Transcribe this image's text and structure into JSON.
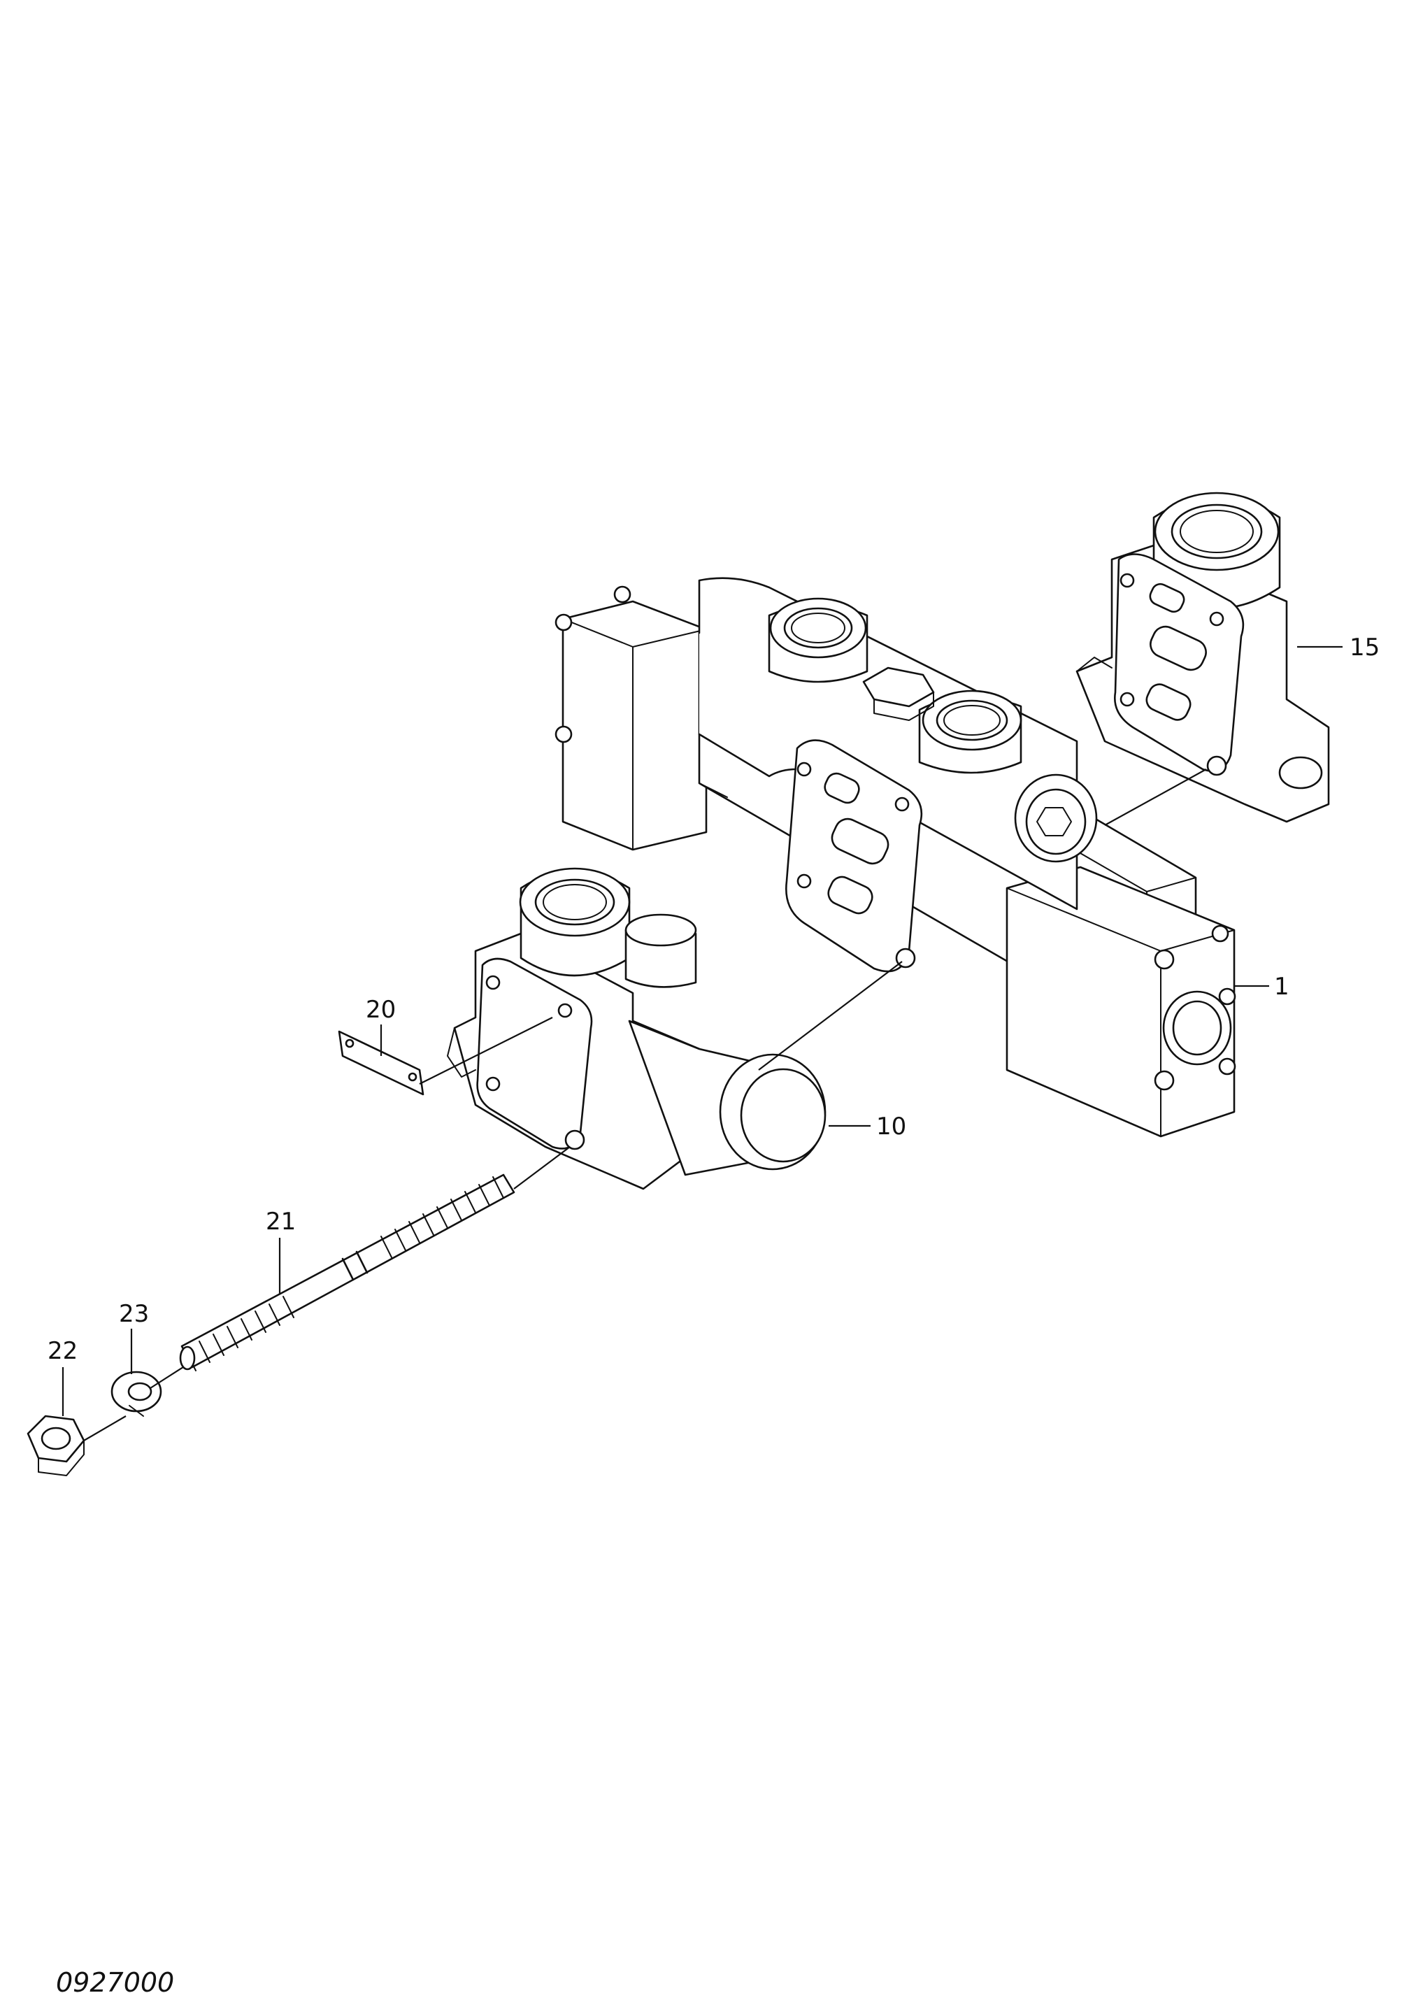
{
  "drawing_code": "0927000",
  "callouts": {
    "c1": "1",
    "c10": "10",
    "c15": "15",
    "c20": "20",
    "c21": "21",
    "c22": "22",
    "c23": "23"
  }
}
